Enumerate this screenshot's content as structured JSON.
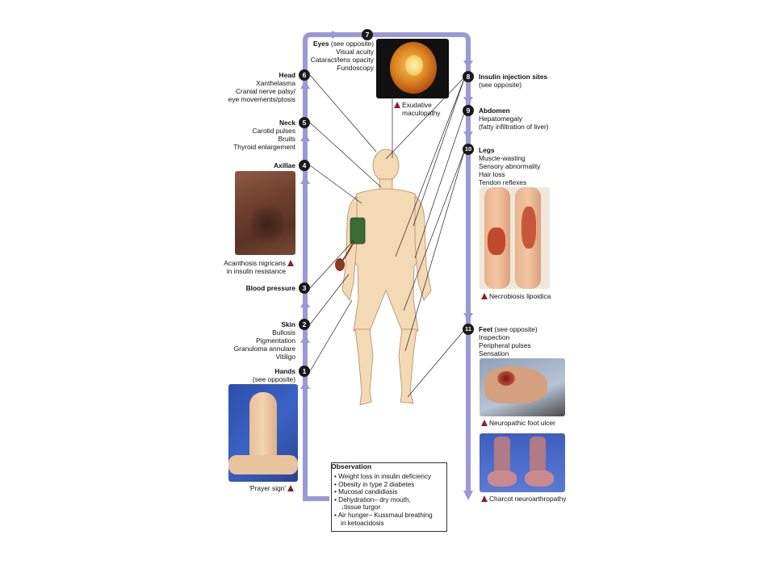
{
  "nodes": [
    {
      "num": "1",
      "heading": "Hands",
      "lines": [
        "(see opposite)"
      ]
    },
    {
      "num": "2",
      "heading": "Skin",
      "lines": [
        "Bullosis",
        "Pigmentation",
        "Granuloma annulare",
        "Vitiligo"
      ]
    },
    {
      "num": "3",
      "heading": "Blood pressure",
      "lines": []
    },
    {
      "num": "4",
      "heading": "Axillae",
      "lines": []
    },
    {
      "num": "5",
      "heading": "Neck",
      "lines": [
        "Carotid pulses",
        "Bruits",
        "Thyroid enlargement"
      ]
    },
    {
      "num": "6",
      "heading": "Head",
      "lines": [
        "Xanthelasma",
        "Cranial nerve palsy/",
        "eye movements/ptosis"
      ]
    },
    {
      "num": "7",
      "heading": "Eyes",
      "suffix": " (see opposite)",
      "lines": [
        "Visual acuity",
        "Cataract/lens opacity",
        "Fundoscopy"
      ]
    },
    {
      "num": "8",
      "heading": "Insulin injection sites",
      "lines": [
        "(see opposite)"
      ]
    },
    {
      "num": "9",
      "heading": "Abdomen",
      "lines": [
        "Hepatomegaly",
        "(fatty infiltration of liver)"
      ]
    },
    {
      "num": "10",
      "heading": "Legs",
      "lines": [
        "Muscle-wasting",
        "Sensory abnormality",
        "Hair loss",
        "Tendon reflexes"
      ]
    },
    {
      "num": "11",
      "heading": "Feet",
      "suffix": " (see opposite)",
      "lines": [
        "Inspection",
        "Peripheral pulses",
        "Sensation"
      ]
    }
  ],
  "captions": {
    "acanthosis": [
      "Acanthosis nigricans",
      "in insulin resistance"
    ],
    "prayer": "'Prayer sign'",
    "exudative": [
      "Exudative",
      "maculopathy"
    ],
    "necrobiosis": "Necrobiosis lipoidica",
    "foot_ulcer": "Neuropathic foot ulcer",
    "charcot": "Charcot neuroarthropathy"
  },
  "observation": {
    "title": "Observation",
    "items": [
      "Weight loss in insulin deficiency",
      "Obesity in type 2 diabetes",
      "Mucosal candidiasis",
      "Dehydration– dry mouth,",
      "↓tissue turgor",
      "Air hunger– Kussmaul breathing",
      "in ketoacidosis"
    ]
  },
  "colors": {
    "flow_arrow": "#9a99d6",
    "caption_marker": "#8c1f2c",
    "skin": "#f4d9b5",
    "badge": "#1a1a1a"
  }
}
